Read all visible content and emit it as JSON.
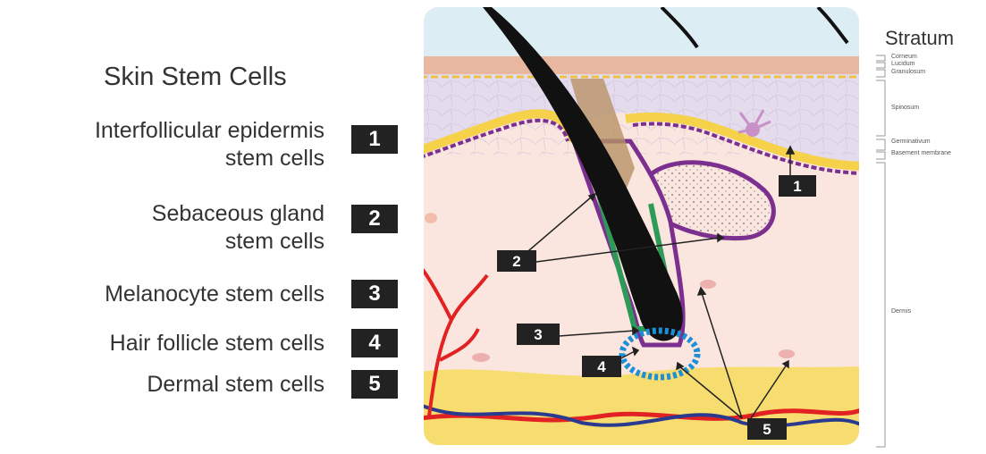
{
  "title": "Skin Stem Cells",
  "legend": [
    {
      "number": "1",
      "label": "Interfollicular epidermis\nstem cells"
    },
    {
      "number": "2",
      "label": "Sebaceous gland\nstem cells"
    },
    {
      "number": "3",
      "label": "Melanocyte stem cells"
    },
    {
      "number": "4",
      "label": "Hair follicle stem cells"
    },
    {
      "number": "5",
      "label": "Dermal stem cells"
    }
  ],
  "stratum": {
    "title": "Stratum",
    "layers": [
      "Corneum",
      "Lucidum",
      "Granulosum",
      "Spinosum",
      "Germinativum",
      "Basement membrane",
      "Dermis"
    ]
  },
  "markers": [
    "1",
    "2",
    "3",
    "4",
    "5"
  ],
  "colors": {
    "sky": "#dcedf3",
    "corneum": "#e7b7a0",
    "epidermis": "#e4dbec",
    "basal": "#f5d24a",
    "membrane": "#7b2f8e",
    "dermis": "#fbe6df",
    "hair": "#111111",
    "follicle_sheath": "#2e9a57",
    "melanocyte_stem": "#1c8fd6",
    "fat": "#f7dc6f",
    "artery": "#e22222",
    "vein": "#2a3a8f"
  }
}
